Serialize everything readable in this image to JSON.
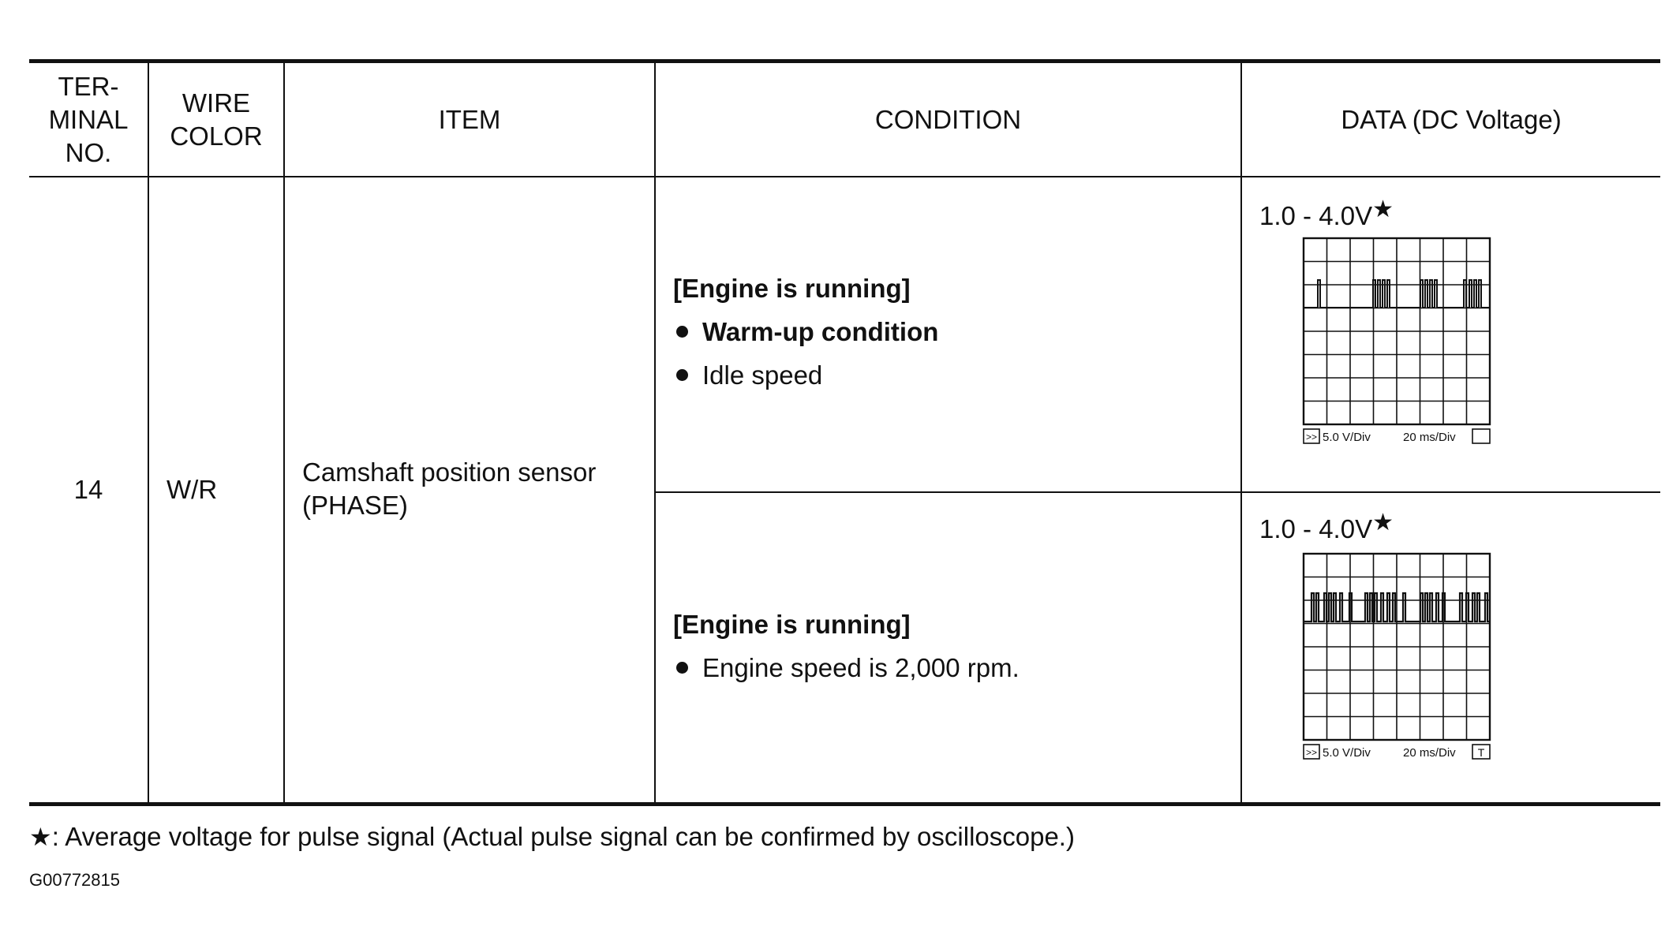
{
  "headers": {
    "terminal": "TER-\nMINAL\nNO.",
    "wire_color": "WIRE\nCOLOR",
    "item": "ITEM",
    "condition": "CONDITION",
    "data": "DATA (DC Voltage)"
  },
  "row": {
    "terminal": "14",
    "wire_color": "W/R",
    "item": "Camshaft position sensor\n(PHASE)"
  },
  "conditions": [
    {
      "title": "[Engine is running]",
      "bullets": [
        "Warm-up condition",
        "Idle speed"
      ],
      "voltage": "1.0 - 4.0V",
      "scope_left": "5.0 V/Div",
      "scope_right": "20 ms/Div"
    },
    {
      "title": "[Engine is running]",
      "bullets": [
        "Engine speed is 2,000 rpm."
      ],
      "voltage": "1.0 - 4.0V",
      "scope_left": "5.0 V/Div",
      "scope_right": "20 ms/Div",
      "scope_mark": "T"
    }
  ],
  "star": "★",
  "footnote": ": Average voltage for pulse signal (Actual pulse signal can be confirmed by oscilloscope.)",
  "figure_code": "G00772815"
}
